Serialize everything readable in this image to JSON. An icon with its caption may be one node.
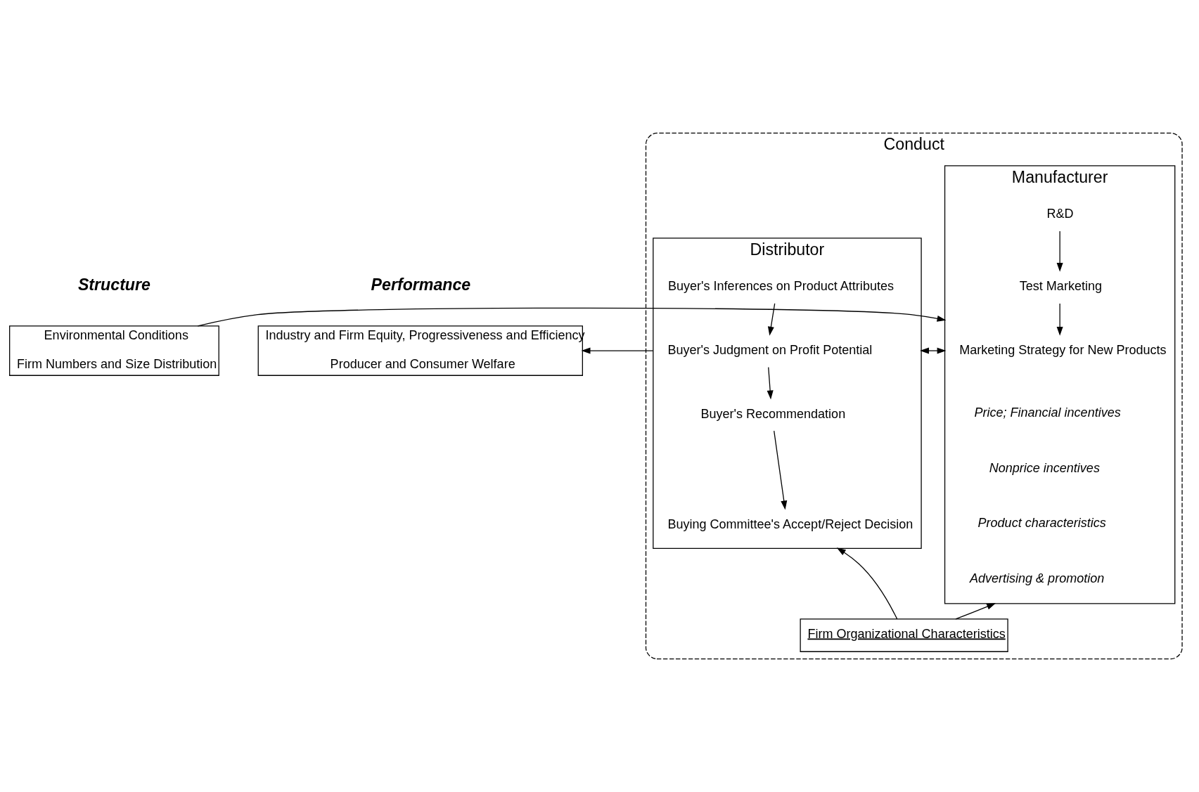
{
  "diagram": {
    "nodes": [
      {
        "text": [
          "Environmental Conditions",
          "Firm Numbers and Size Distribution"
        ]
      },
      {
        "text": [
          "Conduct"
        ]
      },
      {
        "text": [
          "Manufacturer"
        ],
        "in": 1
      },
      {
        "text": [
          "R&D"
        ],
        "in": 2
      },
      {
        "text": [
          "Test Marketing"
        ],
        "in": 2
      },
      {
        "text": [
          "Marketing Strategy for New Products"
        ],
        "in": 2
      },
      {
        "text": [
          "Price; Financial incentives"
        ],
        "in": 2
      },
      {
        "text": [
          "Nonprice incentives"
        ],
        "in": 2
      },
      {
        "text": [
          "Product characteristics"
        ],
        "in": 2
      },
      {
        "text": [
          "Advertising & promotion"
        ],
        "in": 2
      },
      {
        "text": [
          "Distributor"
        ],
        "in": 1
      },
      {
        "text": [
          "Buyer's Inferences on Product Attributes"
        ],
        "in": 10
      },
      {
        "text": [
          "Buyer's Judgment on Profit Potential"
        ],
        "in": 10
      },
      {
        "text": [
          "Buyer's Recommendation"
        ],
        "in": 10
      },
      {
        "text": [
          "Buying Committee's Accept/Reject Decision"
        ],
        "in": 10
      },
      {
        "text": [
          "Firm Organizational Characteristics"
        ],
        "in": 1
      },
      {
        "text": [
          "Industry and Firm Equity, Progressiveness and Efficiency",
          "Producer and Consumer Welfare"
        ]
      }
    ],
    "edges": [
      {
        "from": 0,
        "to": 2,
        "arrow": "to"
      },
      {
        "from": 2,
        "to": 10,
        "arrow": "both"
      },
      {
        "from": 10,
        "to": 16,
        "arrow": "to"
      },
      {
        "from": 3,
        "to": 4,
        "arrow": "to"
      },
      {
        "from": 4,
        "to": 5,
        "arrow": "to"
      },
      {
        "from": 11,
        "to": 12,
        "arrow": "to"
      },
      {
        "from": 12,
        "to": 13,
        "arrow": "to"
      },
      {
        "from": 13,
        "to": 14,
        "arrow": "to"
      },
      {
        "from": 15,
        "to": 2,
        "arrow": "to"
      },
      {
        "from": 15,
        "to": 10,
        "arrow": "to"
      }
    ],
    "labels": [
      "Structure",
      "Performance"
    ]
  }
}
